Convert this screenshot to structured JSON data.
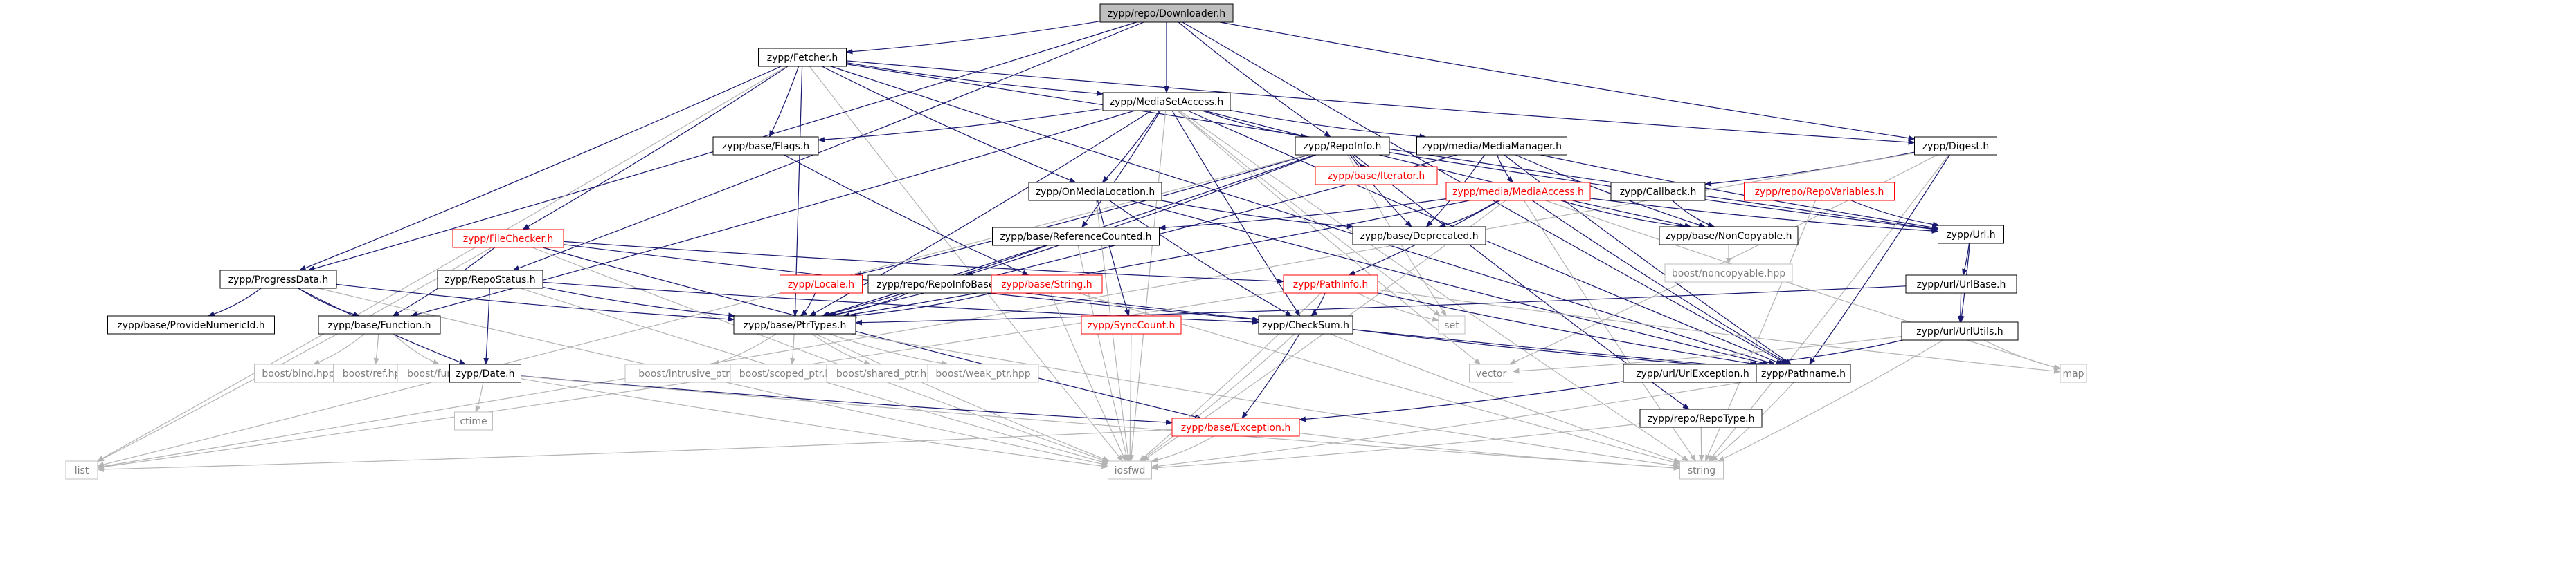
{
  "diagram": {
    "title": "",
    "colors": {
      "edge": "#191970",
      "edge_light": "#b4b4b4",
      "node_border": "#000000",
      "node_border_light": "#bfbfbf",
      "node_border_truncated": "#ff0000",
      "node_fill": "#ffffff",
      "root_fill": "#bfbfbf",
      "text": "#000000",
      "text_light": "#7f7f7f",
      "text_truncated": "#ff0000"
    },
    "nodes": [
      {
        "id": "downloader",
        "label": "zypp/repo/Downloader.h",
        "style": "root"
      },
      {
        "id": "fetcher",
        "label": "zypp/Fetcher.h",
        "style": "normal"
      },
      {
        "id": "mediasetaccess",
        "label": "zypp/MediaSetAccess.h",
        "style": "normal"
      },
      {
        "id": "repoinfo",
        "label": "zypp/RepoInfo.h",
        "style": "normal"
      },
      {
        "id": "digest",
        "label": "zypp/Digest.h",
        "style": "normal"
      },
      {
        "id": "progressdata",
        "label": "zypp/ProgressData.h",
        "style": "normal"
      },
      {
        "id": "repostatus",
        "label": "zypp/RepoStatus.h",
        "style": "normal"
      },
      {
        "id": "filechecker",
        "label": "zypp/FileChecker.h",
        "style": "truncated"
      },
      {
        "id": "flags",
        "label": "zypp/base/Flags.h",
        "style": "normal"
      },
      {
        "id": "onmedialocation",
        "label": "zypp/OnMediaLocation.h",
        "style": "normal"
      },
      {
        "id": "mediamanager",
        "label": "zypp/media/MediaManager.h",
        "style": "normal"
      },
      {
        "id": "iterator",
        "label": "zypp/base/Iterator.h",
        "style": "truncated"
      },
      {
        "id": "mediaaccess",
        "label": "zypp/media/MediaAccess.h",
        "style": "truncated"
      },
      {
        "id": "callback",
        "label": "zypp/Callback.h",
        "style": "normal"
      },
      {
        "id": "repovariables",
        "label": "zypp/repo/RepoVariables.h",
        "style": "truncated"
      },
      {
        "id": "url",
        "label": "zypp/Url.h",
        "style": "normal"
      },
      {
        "id": "refcounted",
        "label": "zypp/base/ReferenceCounted.h",
        "style": "normal"
      },
      {
        "id": "deprecated",
        "label": "zypp/base/Deprecated.h",
        "style": "normal"
      },
      {
        "id": "noncopyable",
        "label": "zypp/base/NonCopyable.h",
        "style": "normal"
      },
      {
        "id": "boostnoncopy",
        "label": "boost/noncopyable.hpp",
        "style": "light"
      },
      {
        "id": "locale",
        "label": "zypp/Locale.h",
        "style": "truncated"
      },
      {
        "id": "repoinfobase",
        "label": "zypp/repo/RepoInfoBase.h",
        "style": "normal"
      },
      {
        "id": "string",
        "label": "zypp/base/String.h",
        "style": "truncated"
      },
      {
        "id": "pathinfo",
        "label": "zypp/PathInfo.h",
        "style": "truncated"
      },
      {
        "id": "urlbase",
        "label": "zypp/url/UrlBase.h",
        "style": "normal"
      },
      {
        "id": "provnum",
        "label": "zypp/base/ProvideNumericId.h",
        "style": "normal"
      },
      {
        "id": "function",
        "label": "zypp/base/Function.h",
        "style": "normal"
      },
      {
        "id": "ptrtypes",
        "label": "zypp/base/PtrTypes.h",
        "style": "normal"
      },
      {
        "id": "synccount",
        "label": "zypp/SyncCount.h",
        "style": "truncated"
      },
      {
        "id": "checksum",
        "label": "zypp/CheckSum.h",
        "style": "normal"
      },
      {
        "id": "set",
        "label": "set",
        "style": "light"
      },
      {
        "id": "urlutils",
        "label": "zypp/url/UrlUtils.h",
        "style": "normal"
      },
      {
        "id": "boostbind",
        "label": "boost/bind.hpp",
        "style": "light"
      },
      {
        "id": "boostref",
        "label": "boost/ref.hpp",
        "style": "light"
      },
      {
        "id": "boostfunction",
        "label": "boost/function.hpp",
        "style": "light"
      },
      {
        "id": "date",
        "label": "zypp/Date.h",
        "style": "normal"
      },
      {
        "id": "boostintrusive",
        "label": "boost/intrusive_ptr.hpp",
        "style": "light"
      },
      {
        "id": "boostscoped",
        "label": "boost/scoped_ptr.hpp",
        "style": "light"
      },
      {
        "id": "boostshared",
        "label": "boost/shared_ptr.hpp",
        "style": "light"
      },
      {
        "id": "boostweak",
        "label": "boost/weak_ptr.hpp",
        "style": "light"
      },
      {
        "id": "vector",
        "label": "vector",
        "style": "light"
      },
      {
        "id": "urlexception",
        "label": "zypp/url/UrlException.h",
        "style": "normal"
      },
      {
        "id": "pathname",
        "label": "zypp/Pathname.h",
        "style": "normal"
      },
      {
        "id": "map",
        "label": "map",
        "style": "light"
      },
      {
        "id": "ctime",
        "label": "ctime",
        "style": "light"
      },
      {
        "id": "exception",
        "label": "zypp/base/Exception.h",
        "style": "truncated"
      },
      {
        "id": "repotype",
        "label": "zypp/repo/RepoType.h",
        "style": "normal"
      },
      {
        "id": "list",
        "label": "list",
        "style": "light"
      },
      {
        "id": "iosfwd",
        "label": "iosfwd",
        "style": "light"
      },
      {
        "id": "stdstring",
        "label": "string",
        "style": "light"
      }
    ],
    "edges": [
      {
        "from": "downloader",
        "to": "fetcher"
      },
      {
        "from": "downloader",
        "to": "mediasetaccess"
      },
      {
        "from": "downloader",
        "to": "repoinfo"
      },
      {
        "from": "downloader",
        "to": "digest"
      },
      {
        "from": "downloader",
        "to": "progressdata"
      },
      {
        "from": "downloader",
        "to": "repostatus"
      },
      {
        "from": "downloader",
        "to": "pathname"
      },
      {
        "from": "fetcher",
        "to": "mediasetaccess"
      },
      {
        "from": "fetcher",
        "to": "progressdata"
      },
      {
        "from": "fetcher",
        "to": "filechecker"
      },
      {
        "from": "fetcher",
        "to": "flags"
      },
      {
        "from": "fetcher",
        "to": "onmedialocation"
      },
      {
        "from": "fetcher",
        "to": "digest"
      },
      {
        "from": "fetcher",
        "to": "url"
      },
      {
        "from": "fetcher",
        "to": "ptrtypes"
      },
      {
        "from": "fetcher",
        "to": "pathname"
      },
      {
        "from": "fetcher",
        "to": "list"
      },
      {
        "from": "fetcher",
        "to": "iosfwd"
      },
      {
        "from": "mediasetaccess",
        "to": "repoinfo"
      },
      {
        "from": "mediasetaccess",
        "to": "mediamanager"
      },
      {
        "from": "mediasetaccess",
        "to": "flags"
      },
      {
        "from": "mediasetaccess",
        "to": "onmedialocation"
      },
      {
        "from": "mediasetaccess",
        "to": "refcounted"
      },
      {
        "from": "mediasetaccess",
        "to": "noncopyable"
      },
      {
        "from": "mediasetaccess",
        "to": "function"
      },
      {
        "from": "mediasetaccess",
        "to": "ptrtypes"
      },
      {
        "from": "mediasetaccess",
        "to": "checksum"
      },
      {
        "from": "mediasetaccess",
        "to": "pathname"
      },
      {
        "from": "mediasetaccess",
        "to": "set"
      },
      {
        "from": "mediasetaccess",
        "to": "vector"
      },
      {
        "from": "mediasetaccess",
        "to": "iosfwd"
      },
      {
        "from": "mediasetaccess",
        "to": "stdstring"
      },
      {
        "from": "repoinfo",
        "to": "iterator"
      },
      {
        "from": "repoinfo",
        "to": "deprecated"
      },
      {
        "from": "repoinfo",
        "to": "url"
      },
      {
        "from": "repoinfo",
        "to": "locale"
      },
      {
        "from": "repoinfo",
        "to": "repoinfobase"
      },
      {
        "from": "repoinfo",
        "to": "ptrtypes"
      },
      {
        "from": "repoinfo",
        "to": "repotype"
      },
      {
        "from": "repoinfo",
        "to": "list"
      },
      {
        "from": "repoinfo",
        "to": "set"
      },
      {
        "from": "digest",
        "to": "callback"
      },
      {
        "from": "digest",
        "to": "pathname"
      },
      {
        "from": "digest",
        "to": "stdstring"
      },
      {
        "from": "digest",
        "to": "list"
      },
      {
        "from": "digest",
        "to": "vector"
      },
      {
        "from": "mediamanager",
        "to": "mediaaccess"
      },
      {
        "from": "mediamanager",
        "to": "deprecated"
      },
      {
        "from": "mediamanager",
        "to": "noncopyable"
      },
      {
        "from": "mediamanager",
        "to": "url"
      },
      {
        "from": "mediamanager",
        "to": "ptrtypes"
      },
      {
        "from": "mediamanager",
        "to": "pathname"
      },
      {
        "from": "mediaaccess",
        "to": "refcounted"
      },
      {
        "from": "mediaaccess",
        "to": "noncopyable"
      },
      {
        "from": "mediaaccess",
        "to": "deprecated"
      },
      {
        "from": "mediaaccess",
        "to": "url"
      },
      {
        "from": "mediaaccess",
        "to": "pathinfo"
      },
      {
        "from": "mediaaccess",
        "to": "ptrtypes"
      },
      {
        "from": "mediaaccess",
        "to": "pathname"
      },
      {
        "from": "mediaaccess",
        "to": "map"
      },
      {
        "from": "mediaaccess",
        "to": "iosfwd"
      },
      {
        "from": "mediaaccess",
        "to": "stdstring"
      },
      {
        "from": "callback",
        "to": "noncopyable"
      },
      {
        "from": "repovariables",
        "to": "url"
      },
      {
        "from": "repovariables",
        "to": "stdstring"
      },
      {
        "from": "url",
        "to": "urlbase"
      },
      {
        "from": "url",
        "to": "urlutils"
      },
      {
        "from": "noncopyable",
        "to": "boostnoncopy"
      },
      {
        "from": "refcounted",
        "to": "ptrtypes"
      },
      {
        "from": "refcounted",
        "to": "iosfwd"
      },
      {
        "from": "onmedialocation",
        "to": "checksum"
      },
      {
        "from": "onmedialocation",
        "to": "synccount"
      },
      {
        "from": "onmedialocation",
        "to": "pathname"
      },
      {
        "from": "onmedialocation",
        "to": "deprecated"
      },
      {
        "from": "onmedialocation",
        "to": "iosfwd"
      },
      {
        "from": "filechecker",
        "to": "function"
      },
      {
        "from": "filechecker",
        "to": "pathinfo"
      },
      {
        "from": "filechecker",
        "to": "checksum"
      },
      {
        "from": "filechecker",
        "to": "exception"
      },
      {
        "from": "filechecker",
        "to": "list"
      },
      {
        "from": "filechecker",
        "to": "iosfwd"
      },
      {
        "from": "progressdata",
        "to": "provnum"
      },
      {
        "from": "progressdata",
        "to": "function"
      },
      {
        "from": "progressdata",
        "to": "ptrtypes"
      },
      {
        "from": "progressdata",
        "to": "date"
      },
      {
        "from": "progressdata",
        "to": "iosfwd"
      },
      {
        "from": "repostatus",
        "to": "date"
      },
      {
        "from": "repostatus",
        "to": "ptrtypes"
      },
      {
        "from": "repostatus",
        "to": "checksum"
      },
      {
        "from": "repostatus",
        "to": "iosfwd"
      },
      {
        "from": "flags",
        "to": "string"
      },
      {
        "from": "locale",
        "to": "ptrtypes"
      },
      {
        "from": "repoinfobase",
        "to": "ptrtypes"
      },
      {
        "from": "repoinfobase",
        "to": "pathname"
      },
      {
        "from": "string",
        "to": "ptrtypes"
      },
      {
        "from": "string",
        "to": "stdstring"
      },
      {
        "from": "string",
        "to": "iosfwd"
      },
      {
        "from": "pathinfo",
        "to": "checksum"
      },
      {
        "from": "pathinfo",
        "to": "pathname"
      },
      {
        "from": "pathinfo",
        "to": "set"
      },
      {
        "from": "pathinfo",
        "to": "map"
      },
      {
        "from": "pathinfo",
        "to": "list"
      },
      {
        "from": "pathinfo",
        "to": "iosfwd"
      },
      {
        "from": "urlbase",
        "to": "urlutils"
      },
      {
        "from": "urlbase",
        "to": "ptrtypes"
      },
      {
        "from": "urlutils",
        "to": "urlexception"
      },
      {
        "from": "urlutils",
        "to": "vector"
      },
      {
        "from": "urlutils",
        "to": "map"
      },
      {
        "from": "urlutils",
        "to": "stdstring"
      },
      {
        "from": "function",
        "to": "boostbind"
      },
      {
        "from": "function",
        "to": "boostref"
      },
      {
        "from": "function",
        "to": "boostfunction"
      },
      {
        "from": "ptrtypes",
        "to": "boostintrusive"
      },
      {
        "from": "ptrtypes",
        "to": "boostscoped"
      },
      {
        "from": "ptrtypes",
        "to": "boostshared"
      },
      {
        "from": "ptrtypes",
        "to": "boostweak"
      },
      {
        "from": "ptrtypes",
        "to": "iosfwd"
      },
      {
        "from": "ptrtypes",
        "to": "stdstring"
      },
      {
        "from": "synccount",
        "to": "iosfwd"
      },
      {
        "from": "checksum",
        "to": "exception"
      },
      {
        "from": "checksum",
        "to": "pathname"
      },
      {
        "from": "checksum",
        "to": "iosfwd"
      },
      {
        "from": "checksum",
        "to": "stdstring"
      },
      {
        "from": "date",
        "to": "exception"
      },
      {
        "from": "date",
        "to": "ctime"
      },
      {
        "from": "date",
        "to": "iosfwd"
      },
      {
        "from": "date",
        "to": "stdstring"
      },
      {
        "from": "urlexception",
        "to": "exception"
      },
      {
        "from": "exception",
        "to": "list"
      },
      {
        "from": "exception",
        "to": "iosfwd"
      },
      {
        "from": "exception",
        "to": "stdstring"
      },
      {
        "from": "pathname",
        "to": "iosfwd"
      },
      {
        "from": "pathname",
        "to": "stdstring"
      },
      {
        "from": "repotype",
        "to": "iosfwd"
      },
      {
        "from": "repotype",
        "to": "stdstring"
      }
    ]
  }
}
